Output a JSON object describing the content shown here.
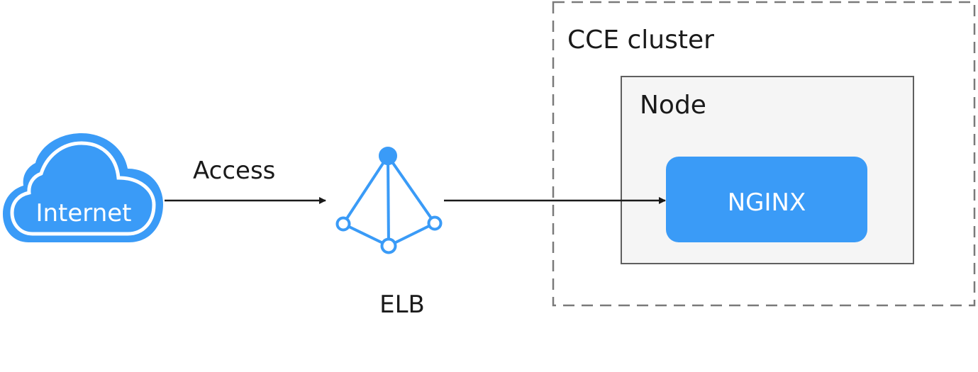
{
  "internet": {
    "label": "Internet",
    "icon": "cloud-icon"
  },
  "access": {
    "label": "Access"
  },
  "elb": {
    "label": "ELB",
    "icon": "load-balancer-icon"
  },
  "cluster": {
    "label": "CCE cluster"
  },
  "node": {
    "label": "Node"
  },
  "nginx": {
    "label": "NGINX"
  },
  "colors": {
    "accent": "#3a9bf7",
    "cloud_fill": "#3a9bf7",
    "elb_stroke": "#3a9bf7",
    "nginx_fill": "#3a9bf7",
    "node_fill": "#f5f5f5",
    "node_stroke": "#5f5f5f",
    "cluster_stroke": "#7a7a7a",
    "arrow": "#1a1a1a"
  }
}
